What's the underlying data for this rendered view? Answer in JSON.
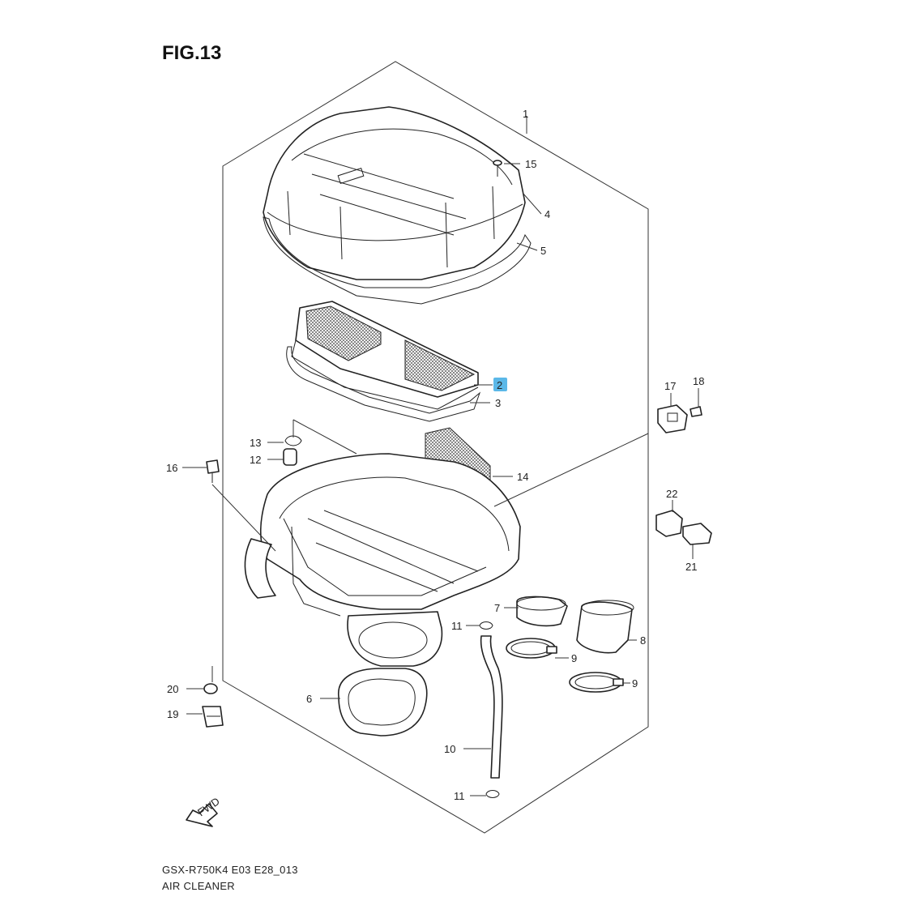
{
  "figure": {
    "title": "FIG.13",
    "footer_line1": "GSX-R750K4 E03 E28_013",
    "footer_line2": "AIR CLEANER",
    "fwd_label": "FWD"
  },
  "callouts": {
    "c1": "1",
    "c2": "2",
    "c3": "3",
    "c4": "4",
    "c5": "5",
    "c6": "6",
    "c7": "7",
    "c8": "8",
    "c9a": "9",
    "c9b": "9",
    "c10": "10",
    "c11a": "11",
    "c11b": "11",
    "c12": "12",
    "c13": "13",
    "c14": "14",
    "c15": "15",
    "c16": "16",
    "c17": "17",
    "c18": "18",
    "c19": "19",
    "c20": "20",
    "c21": "21",
    "c22": "22"
  },
  "highlight_color": "#5bb8e8"
}
